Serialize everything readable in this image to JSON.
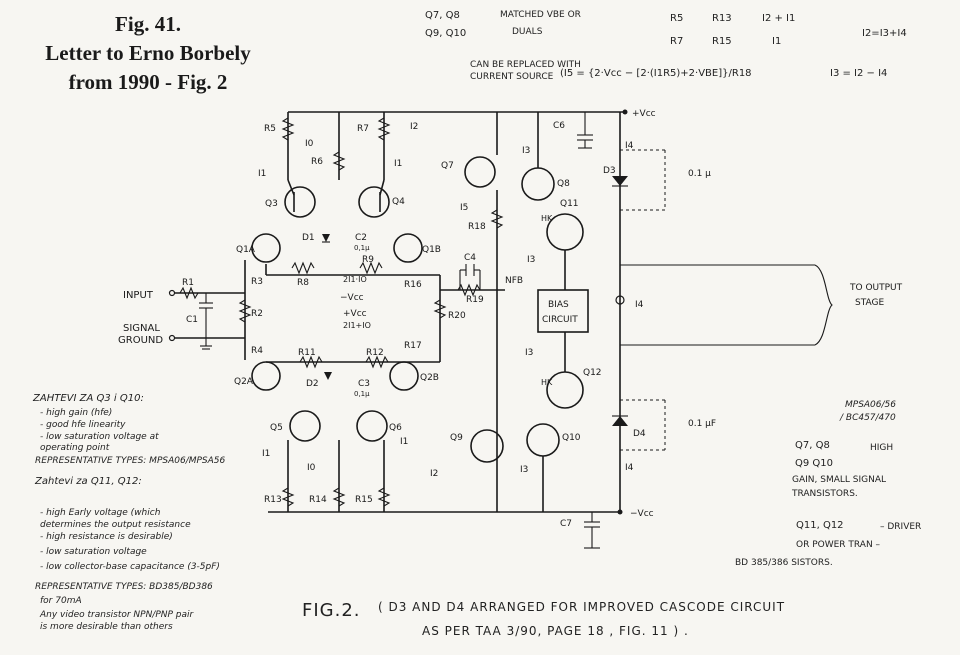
{
  "title": {
    "line1": "Fig. 41.",
    "line2": "Letter to Erno Borbely",
    "line3": "from 1990 - Fig. 2"
  },
  "top_notes": {
    "matched_pairs_a": "Q7, Q8",
    "matched_pairs_b": "Q9, Q10",
    "matched_text_a": "MATCHED VBE OR",
    "matched_text_b": "DUALS",
    "current_source_a": "CAN BE REPLACED WITH",
    "current_source_b": "CURRENT SOURCE",
    "formula_i5": "(I5 = {2·Vcc − [2·(I1R5)+2·VBE]}/R18",
    "ratio_num_a": "R5",
    "ratio_den_a": "R7",
    "ratio_num_b": "R13",
    "ratio_den_b": "R15",
    "ratio_num_c": "I2 + I1",
    "ratio_den_c": "I1",
    "eq_i2": "I2=I3+I4",
    "eq_i3": "I3 = I2 − I4"
  },
  "components": {
    "r5": "R5",
    "r6": "R6",
    "r7": "R7",
    "r8": "R8",
    "r9": "R9",
    "r11": "R11",
    "r12": "R12",
    "r13": "R13",
    "r14": "R14",
    "r15": "R15",
    "r16": "R16",
    "r17": "R17",
    "r18": "R18",
    "r19": "R19",
    "r20": "R20",
    "r1": "R1",
    "r2": "R2",
    "r3": "R3",
    "r4": "R4",
    "c1": "C1",
    "c2": "C2",
    "c3": "C3",
    "c4": "C4",
    "c6": "C6",
    "c7": "C7",
    "q1a": "Q1A",
    "q1b": "Q1B",
    "q2a": "Q2A",
    "q2b": "Q2B",
    "q3": "Q3",
    "q4": "Q4",
    "q5": "Q5",
    "q6": "Q6",
    "q7": "Q7",
    "q8": "Q8",
    "q9": "Q9",
    "q10": "Q10",
    "q11": "Q11",
    "q12": "Q12",
    "d1": "D1",
    "d2": "D2",
    "d3": "D3",
    "d4": "D4",
    "c2_val": "0,1µ",
    "c3_val": "0,1µ",
    "d3_cap": "0.1 µ",
    "d4_cap": "0.1 µF",
    "nfb": "NFB",
    "bias": "BIAS",
    "bias2": "CIRCUIT",
    "i1": "I1",
    "i2": "I2",
    "i3": "I3",
    "i4": "I4",
    "i5": "I5",
    "i0": "I0",
    "vcc_pos": "+Vcc",
    "vcc_neg": "−Vcc",
    "vcc_bot": "−Vcc",
    "r9_note": "2I1·IO",
    "minus_vcc": "−Vcc",
    "plus_vcc": "+Vcc",
    "two_i1": "2I1+IO",
    "hk": "HK"
  },
  "labels": {
    "input": "INPUT",
    "signal_ground_a": "SIGNAL",
    "signal_ground_b": "GROUND",
    "to_output_a": "TO OUTPUT",
    "to_output_b": "STAGE"
  },
  "left_notes": {
    "head": "ZAHTEVI ZA Q3 i Q10:",
    "l1": "- high gain (hfe)",
    "l2": "- good hfe linearity",
    "l3": "- low saturation voltage at",
    "l4": "  operating point",
    "l5": "REPRESENTATIVE TYPES: MPSA06/MPSA56",
    "head2": "Zahtevi za Q11, Q12:",
    "m1": "- high Early voltage (which",
    "m2": "  determines the output resistance",
    "m3": "  - high resistance is desirable)",
    "m4": "- low saturation voltage",
    "m5": "- low collector-base capacitance (3-5pF)",
    "m6": "REPRESENTATIVE TYPES: BD385/BD386",
    "m7": "for 70mA",
    "m8": "Any video transistor NPN/PNP pair",
    "m9": "is more desirable than others"
  },
  "right_notes": {
    "types_a": "MPSA06/56",
    "types_b": "/ BC457/470",
    "hi_a": "Q7, Q8",
    "hi_b": "Q9 Q10",
    "hi_c": "HIGH",
    "hi_d": "GAIN, SMALL SIGNAL",
    "hi_e": "TRANSISTORS.",
    "dr_a": "Q11, Q12",
    "dr_b": "– DRIVER",
    "dr_c": "OR POWER TRAN –",
    "dr_d": "BD 385/386 SISTORS."
  },
  "caption": {
    "fig": "FIG.2.",
    "text_a": "( D3 AND D4 ARRANGED FOR IMPROVED CASCODE CIRCUIT",
    "text_b": "AS PER TAA 3/90, PAGE 18 , FIG. 11 ) ."
  }
}
